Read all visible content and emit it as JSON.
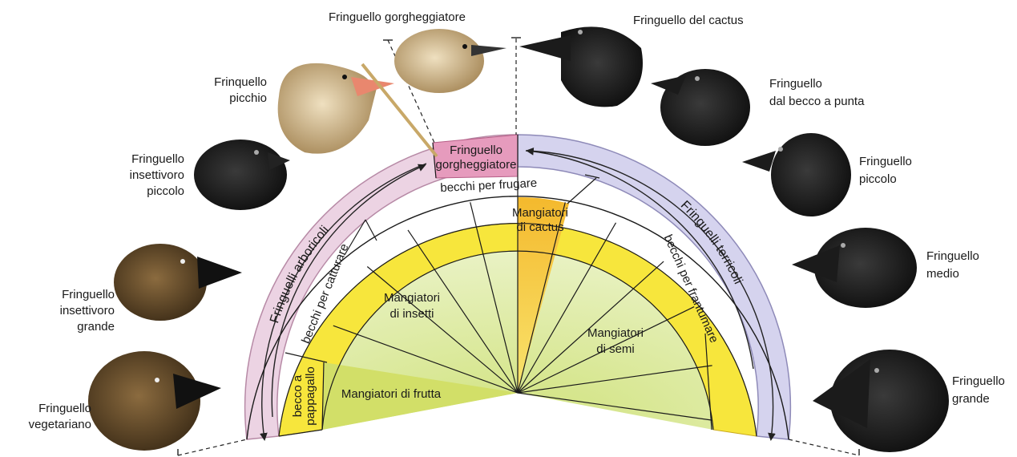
{
  "birds": {
    "gorgheggiatore": "Fringuello gorgheggiatore",
    "picchio": [
      "Frinquello",
      "picchio"
    ],
    "insettivoro_piccolo": [
      "Fringuello",
      "insettivoro",
      "piccolo"
    ],
    "insettivoro_grande": [
      "Fringuello",
      "insettivoro",
      "grande"
    ],
    "vegetariano": [
      "Fringuello",
      "vegetariano"
    ],
    "cactus": "Fringuello del cactus",
    "becco_a_punta": [
      "Fringuello",
      "dal becco a punta"
    ],
    "piccolo": [
      "Fringuello",
      "piccolo"
    ],
    "medio": [
      "Fringuello",
      "medio"
    ],
    "grande": [
      "Fringuello",
      "grande"
    ]
  },
  "diagram": {
    "outer_left": "Fringuelli arboricoli",
    "outer_right": "Fringuelli terricoli",
    "top_box": [
      "Fringuello",
      "gorgheggiatore"
    ],
    "beaks_top": "becchi per frugare",
    "beaks_catch": "becchi per catturare",
    "beaks_parrot": [
      "becco a",
      "pappagallo"
    ],
    "beaks_crush": "becchi per frantumare",
    "eaters_cactus": [
      "Mangiatori",
      "di cactus"
    ],
    "eaters_insects": [
      "Mangiatori",
      "di insetti"
    ],
    "eaters_fruit": "Mangiatori di frutta",
    "eaters_seeds": [
      "Mangiatori",
      "di semi"
    ]
  },
  "colors": {
    "outer_left_band": "#ecd3e3",
    "outer_right_band": "#d5d3ee",
    "yellow_band": "#f7e63c",
    "inner_green": "#dbe8a4",
    "cactus_orange": "#f6c73a",
    "top_pink": "#e69bbd"
  }
}
